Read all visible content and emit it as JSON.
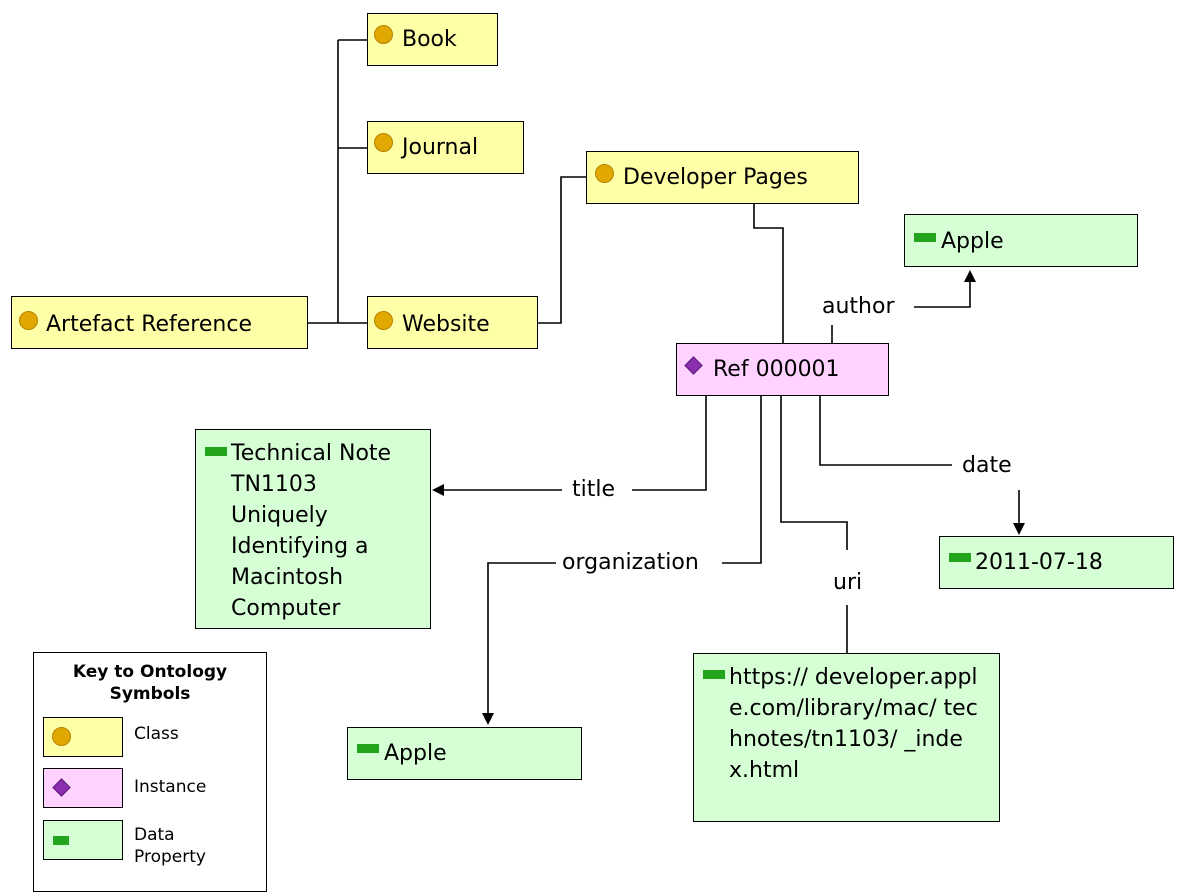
{
  "classes": {
    "artefact_reference": "Artefact Reference",
    "book": "Book",
    "journal": "Journal",
    "website": "Website",
    "developer_pages": "Developer Pages"
  },
  "instance": {
    "label": "Ref 000001"
  },
  "data_properties": {
    "author_value": "Apple",
    "title_value": "Technical Note TN1103 Uniquely Identifying a Macintosh Computer",
    "date_value": "2011-07-18",
    "organization_value": "Apple",
    "uri_value": "https:// developer.apple.com/library/mac/ technotes/tn1103/ _index.html"
  },
  "relations": {
    "author": "author",
    "title": "title",
    "date": "date",
    "organization": "organization",
    "uri": "uri"
  },
  "legend": {
    "title": "Key to Ontology Symbols",
    "class_label": "Class",
    "instance_label": "Instance",
    "data_property_label": "Data Property"
  },
  "colors": {
    "class_fill": "#ffffa8",
    "instance_fill": "#ffd2ff",
    "data_property_fill": "#d6ffd6",
    "class_icon": "#e0a800",
    "instance_icon": "#8b2fb0",
    "data_property_icon": "#22a51c"
  },
  "icons": {
    "class": "circle-icon",
    "instance": "diamond-icon",
    "data_property": "rectangle-icon"
  }
}
